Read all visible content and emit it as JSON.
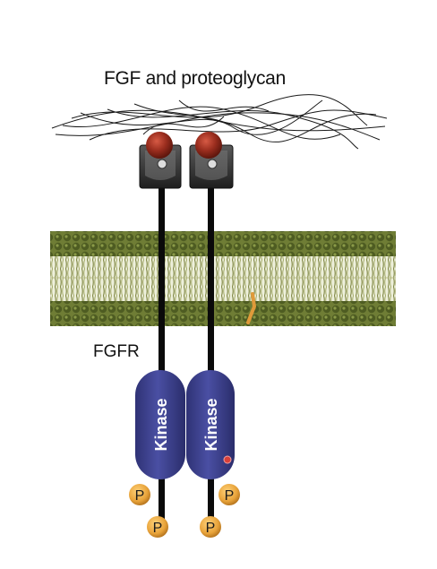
{
  "labels": {
    "ligand": "FGF and proteoglycan",
    "receptor": "FGFR"
  },
  "receptors": [
    {
      "domain_text": "Kinase",
      "phosphate_text_1": "P",
      "phosphate_text_2": "P"
    },
    {
      "domain_text": "Kinase",
      "phosphate_text_1": "P",
      "phosphate_text_2": "P"
    }
  ],
  "colors": {
    "membrane_head": "#5b6b2b",
    "membrane_tail": "#8a8f4e",
    "membrane_bg": "#e9ecd7",
    "kinase": "#3b3f86",
    "phosphate": "#e8a93a",
    "fgf_ball": "#8e2a1c",
    "receptor_stalk": "#0a0a0a",
    "receptor_head": "#3a3a3a",
    "cholesterol": "#e09a3a"
  },
  "icons": {
    "proteoglycan": "tangled-lines",
    "fgf": "red-sphere",
    "membrane": "lipid-bilayer"
  }
}
